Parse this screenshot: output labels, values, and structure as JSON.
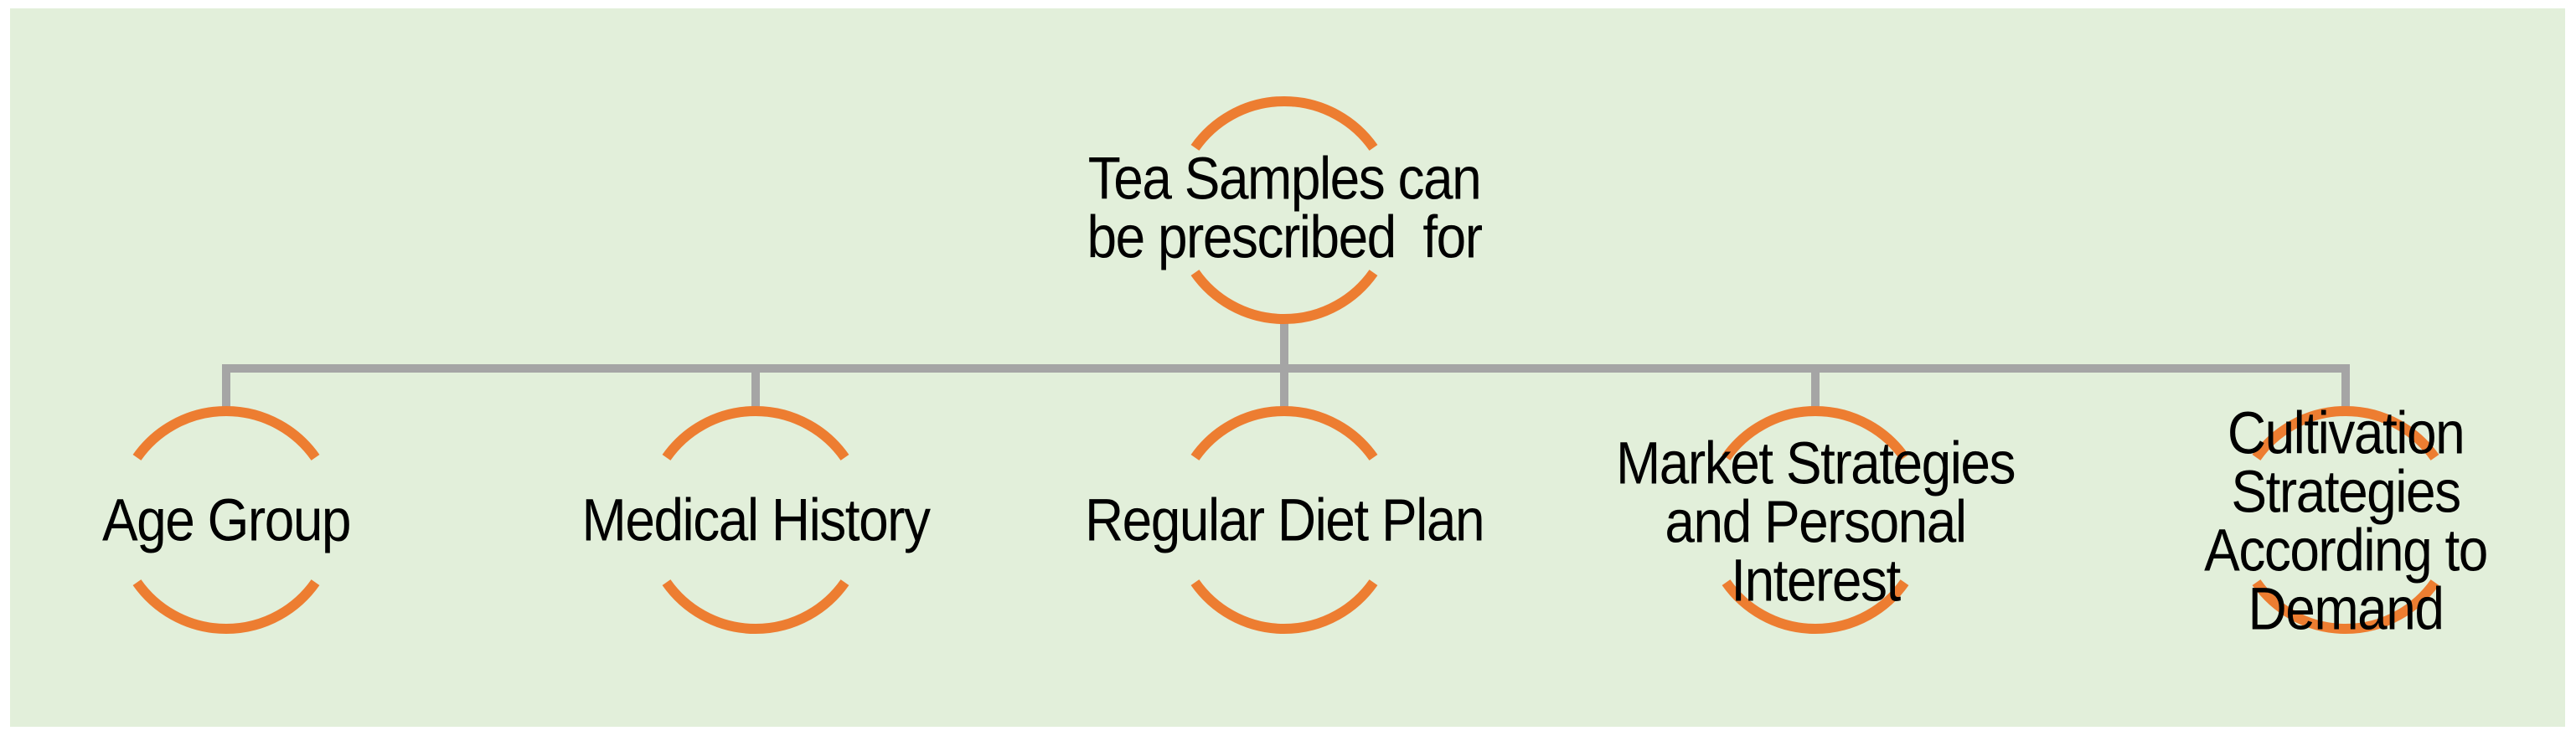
{
  "colors": {
    "page_background": "#FFFFFF",
    "background_panel": "#E2EFDA",
    "arc_accent": "#ED7D31",
    "connector": "#A5A5A5",
    "text": "#000000"
  },
  "root": {
    "label": "Tea Samples can be prescribed  for",
    "lines": [
      "Tea Samples can",
      "be prescribed  for"
    ]
  },
  "children": [
    {
      "label": "Age Group",
      "lines": [
        "Age Group"
      ]
    },
    {
      "label": "Medical History",
      "lines": [
        "Medical History"
      ]
    },
    {
      "label": "Regular Diet Plan",
      "lines": [
        "Regular Diet Plan"
      ]
    },
    {
      "label": "Market Strategies and Personal Interest",
      "lines": [
        "Market Strategies",
        "and Personal",
        "Interest"
      ]
    },
    {
      "label": "Cultivation Strategies According to Demand",
      "lines": [
        "Cultivation",
        "Strategies",
        "According to",
        "Demand"
      ]
    }
  ]
}
